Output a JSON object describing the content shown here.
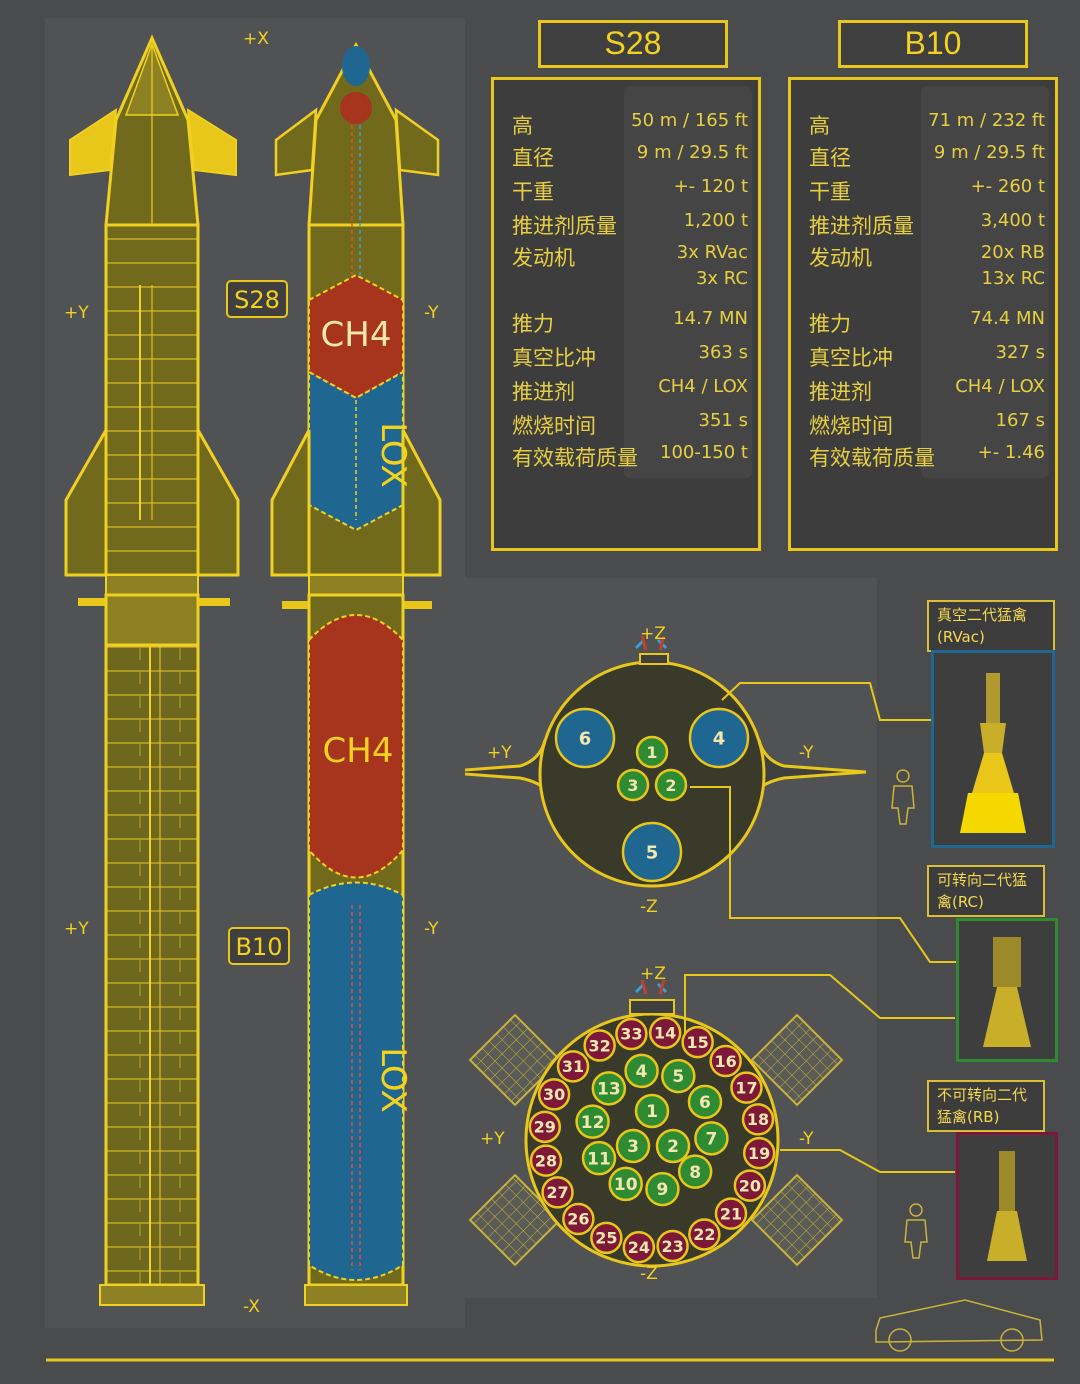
{
  "axes": {
    "px": "+X",
    "nx": "-X",
    "py": "+Y",
    "ny": "-Y",
    "pz": "+Z",
    "nz": "-Z"
  },
  "vehicle_tags": {
    "ship": "S28",
    "booster": "B10"
  },
  "tank_labels": {
    "ch4": "CH4",
    "lox": "LOX"
  },
  "s28": {
    "title": "S28",
    "specs": [
      {
        "k": "高",
        "v": "50 m / 165 ft"
      },
      {
        "k": "直径",
        "v": "9 m / 29.5 ft"
      },
      {
        "k": "干重",
        "v": "+- 120 t"
      },
      {
        "k": "推进剂质量",
        "v": "1,200 t"
      },
      {
        "k": "发动机",
        "v": "3x RVac"
      },
      {
        "k": "",
        "v": "3x RC"
      },
      {
        "k": "推力",
        "v": "14.7 MN"
      },
      {
        "k": "真空比冲",
        "v": "363 s"
      },
      {
        "k": "推进剂",
        "v": "CH4 / LOX"
      },
      {
        "k": "燃烧时间",
        "v": "351 s"
      },
      {
        "k": "有效载荷质量",
        "v": "100-150 t"
      }
    ]
  },
  "b10": {
    "title": "B10",
    "specs": [
      {
        "k": "高",
        "v": "71 m / 232 ft"
      },
      {
        "k": "直径",
        "v": "9 m / 29.5 ft"
      },
      {
        "k": "干重",
        "v": "+- 260 t"
      },
      {
        "k": "推进剂质量",
        "v": "3,400 t"
      },
      {
        "k": "发动机",
        "v": "20x RB"
      },
      {
        "k": "",
        "v": "13x RC"
      },
      {
        "k": "推力",
        "v": "74.4 MN"
      },
      {
        "k": "真空比冲",
        "v": "327 s"
      },
      {
        "k": "推进剂",
        "v": "CH4 / LOX"
      },
      {
        "k": "燃烧时间",
        "v": "167 s"
      },
      {
        "k": "有效载荷质量",
        "v": "+- 1.46"
      }
    ]
  },
  "engine_labels": {
    "rvac": "真空二代猛禽(RVac)",
    "rc": "可转向二代猛禽(RC)",
    "rb": "不可转向二代猛禽(RB)"
  },
  "ship_engines": {
    "rvac": [
      "6",
      "4",
      "5"
    ],
    "rc": [
      "1",
      "3",
      "2"
    ]
  },
  "booster_engines": {
    "inner": [
      "1",
      "2",
      "3"
    ],
    "middle": [
      "4",
      "5",
      "6",
      "7",
      "8",
      "9",
      "10",
      "11",
      "12",
      "13"
    ],
    "outer": [
      "14",
      "15",
      "16",
      "17",
      "18",
      "19",
      "20",
      "21",
      "22",
      "23",
      "24",
      "25",
      "26",
      "27",
      "28",
      "29",
      "30",
      "31",
      "32",
      "33"
    ]
  },
  "colors": {
    "yellow": "#e8c61a",
    "ch4": "#a7341c",
    "lox": "#1f6690",
    "rc": "#2e8b32",
    "rb": "#7e1838",
    "olive": "#716a1c"
  }
}
